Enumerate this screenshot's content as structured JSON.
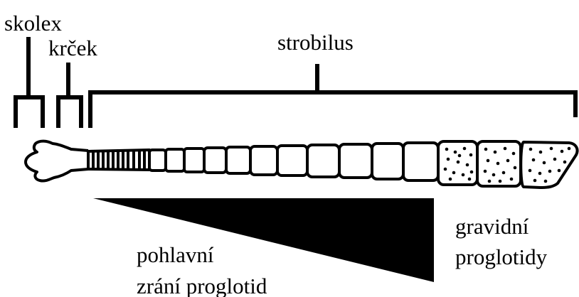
{
  "labels": {
    "scolex": "skolex",
    "neck": "krček",
    "strobila": "strobilus",
    "maturation_line1": "pohlavní",
    "maturation_line2": "zrání proglotid",
    "gravid_line1": "gravidní",
    "gravid_line2": "proglotidy"
  },
  "colors": {
    "ink": "#000000",
    "background": "#ffffff"
  }
}
